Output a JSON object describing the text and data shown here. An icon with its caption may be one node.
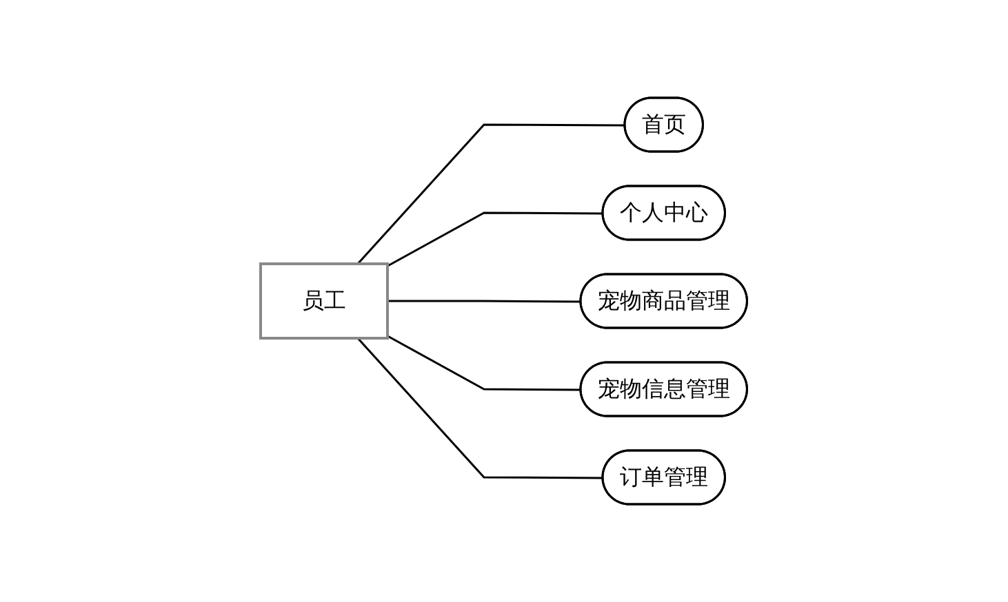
{
  "diagram": {
    "nodes": [
      {
        "text": [
          "员工"
        ]
      },
      {
        "text": [
          "首页"
        ]
      },
      {
        "text": [
          "个人中心"
        ]
      },
      {
        "text": [
          "宠物商品管理"
        ]
      },
      {
        "text": [
          "宠物信息管理"
        ]
      },
      {
        "text": [
          "订单管理"
        ]
      }
    ],
    "edges": [
      {
        "from": 0,
        "to": 1,
        "arrow": "none"
      },
      {
        "from": 0,
        "to": 2,
        "arrow": "none"
      },
      {
        "from": 0,
        "to": 3,
        "arrow": "none"
      },
      {
        "from": 0,
        "to": 4,
        "arrow": "none"
      },
      {
        "from": 0,
        "to": 5,
        "arrow": "none"
      }
    ]
  }
}
